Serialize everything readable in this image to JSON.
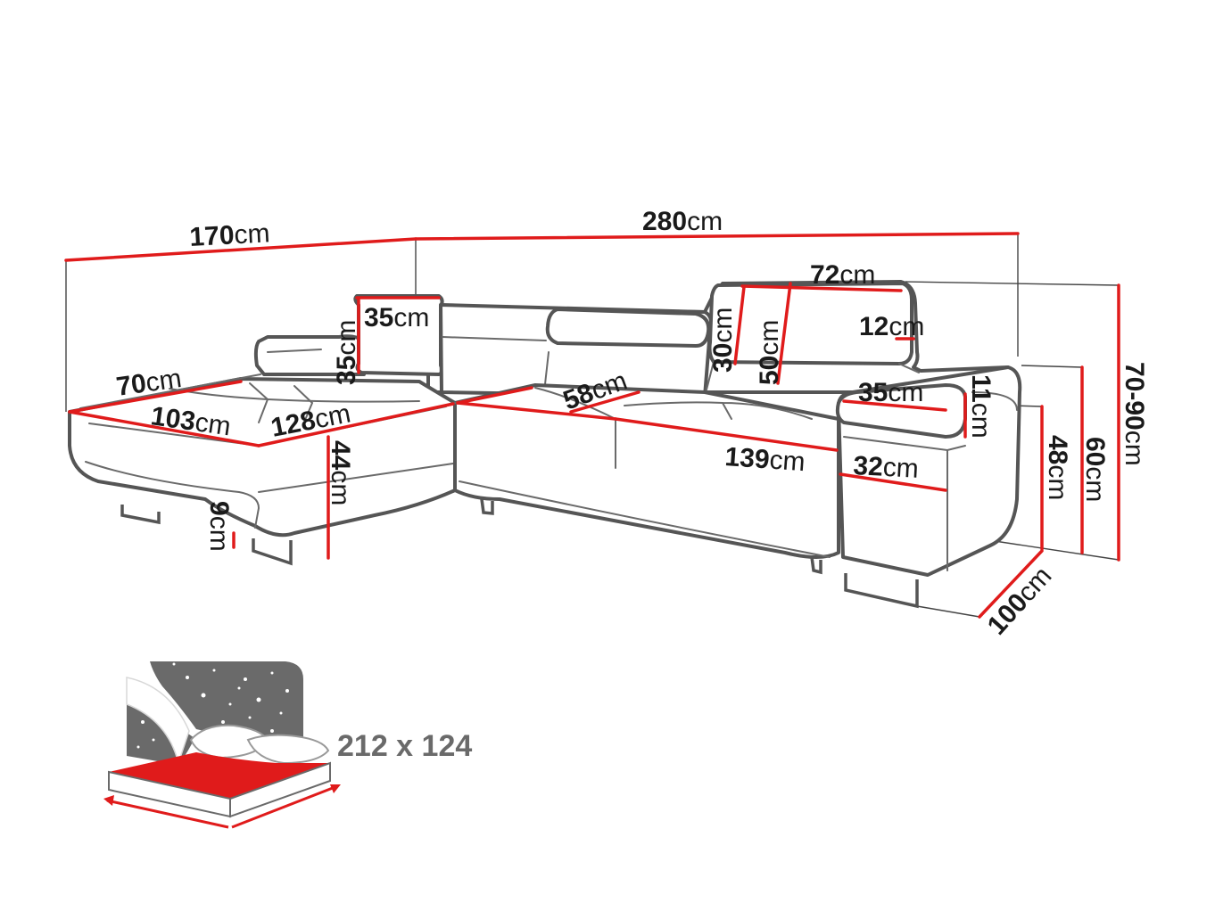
{
  "colors": {
    "dimension": "#e01b1b",
    "outline": "#555555",
    "bed_fill": "#e01b1b",
    "night_sky": "#6a6a6a",
    "bed_label": "#6a6a6a"
  },
  "dimensions": [
    {
      "id": "total-depth-left",
      "value": "170",
      "unit": "cm"
    },
    {
      "id": "total-width",
      "value": "280",
      "unit": "cm"
    },
    {
      "id": "headrest-width",
      "value": "72",
      "unit": "cm"
    },
    {
      "id": "pillow-width",
      "value": "35",
      "unit": "cm"
    },
    {
      "id": "pillow-height",
      "value": "35",
      "unit": "cm"
    },
    {
      "id": "headrest-height",
      "value": "30",
      "unit": "cm"
    },
    {
      "id": "backrest-height",
      "value": "50",
      "unit": "cm"
    },
    {
      "id": "headrest-depth",
      "value": "12",
      "unit": "cm"
    },
    {
      "id": "chaise-width",
      "value": "70",
      "unit": "cm"
    },
    {
      "id": "chaise-length",
      "value": "103",
      "unit": "cm"
    },
    {
      "id": "chaise-seat-length",
      "value": "128",
      "unit": "cm"
    },
    {
      "id": "seat-depth",
      "value": "58",
      "unit": "cm"
    },
    {
      "id": "armrest-width",
      "value": "35",
      "unit": "cm"
    },
    {
      "id": "armrest-height",
      "value": "11",
      "unit": "cm"
    },
    {
      "id": "seat-width",
      "value": "139",
      "unit": "cm"
    },
    {
      "id": "armrest-depth",
      "value": "32",
      "unit": "cm"
    },
    {
      "id": "seat-height",
      "value": "44",
      "unit": "cm"
    },
    {
      "id": "leg-height",
      "value": "9",
      "unit": "cm"
    },
    {
      "id": "arm-height",
      "value": "48",
      "unit": "cm"
    },
    {
      "id": "back-height",
      "value": "60",
      "unit": "cm"
    },
    {
      "id": "total-height",
      "value": "70-90",
      "unit": "cm"
    },
    {
      "id": "total-depth-right",
      "value": "100",
      "unit": "cm"
    }
  ],
  "bed": {
    "size_label": "212 x 124",
    "icon": "night-bed-icon"
  }
}
